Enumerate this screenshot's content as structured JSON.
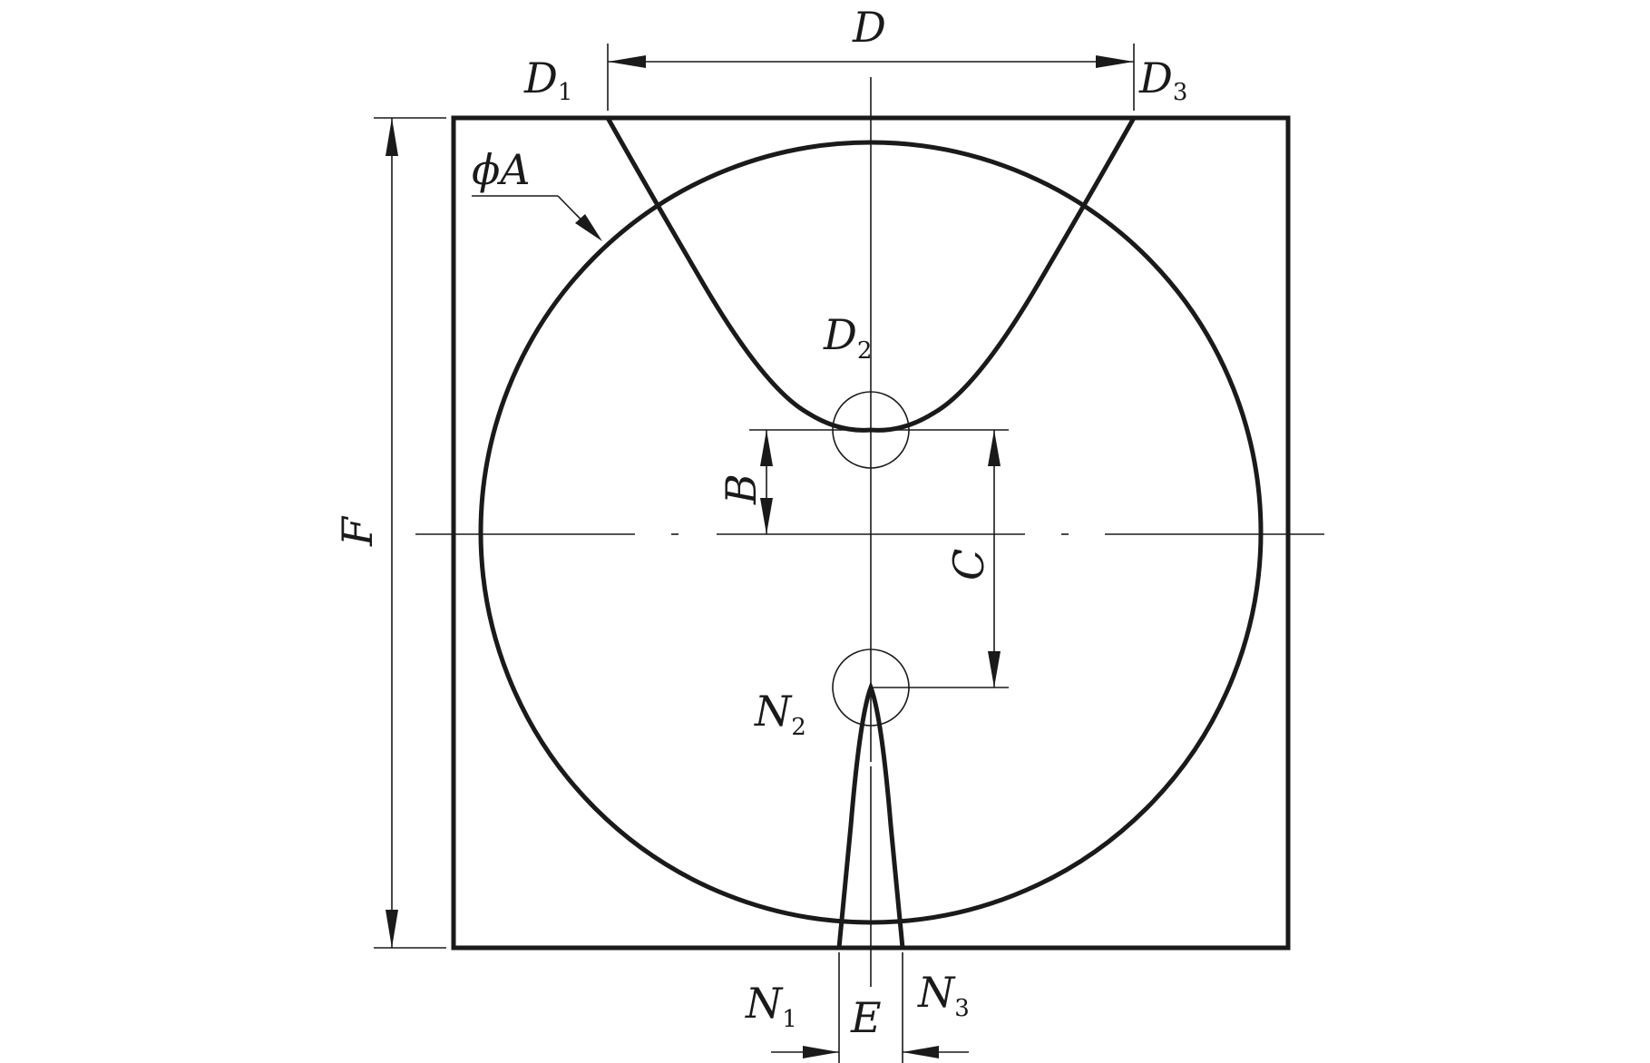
{
  "labels": {
    "D": "D",
    "D1": "D",
    "D1_sub": "1",
    "D2": "D",
    "D2_sub": "2",
    "D3": "D",
    "D3_sub": "3",
    "phiA": "ϕA",
    "B": "B",
    "C": "C",
    "F": "F",
    "E": "E",
    "N1": "N",
    "N1_sub": "1",
    "N2": "N",
    "N2_sub": "2",
    "N3": "N",
    "N3_sub": "3"
  }
}
